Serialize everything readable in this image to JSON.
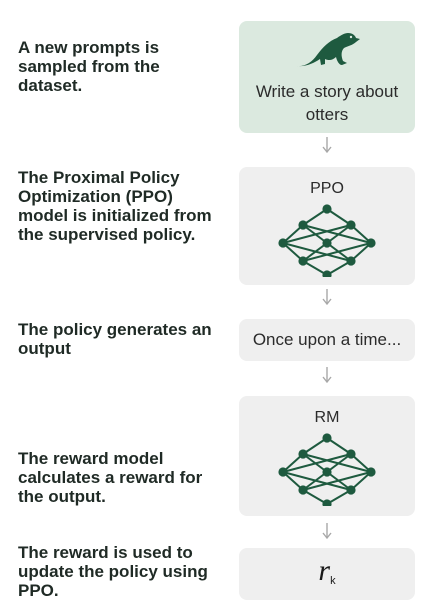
{
  "steps": [
    {
      "text": "A new prompts is sampled from the dataset."
    },
    {
      "text": "The Proximal Policy Optimization (PPO) model is initialized from the supervised policy."
    },
    {
      "text": "The policy generates an output"
    },
    {
      "text": "The reward model calculates a reward for the output."
    },
    {
      "text": "The reward is used to update the policy using PPO."
    }
  ],
  "boxes": {
    "prompt": {
      "text": "Write a story about otters",
      "icon": "otter-icon"
    },
    "ppo": {
      "label": "PPO",
      "icon": "neural-network-icon"
    },
    "output": {
      "text": "Once upon a time..."
    },
    "rm": {
      "label": "RM",
      "icon": "neural-network-icon"
    },
    "reward": {
      "symbol": "r",
      "subscript": "k"
    }
  },
  "colors": {
    "accent": "#1e5a3f",
    "green_box": "#dbe9df",
    "gray_box": "#efefef",
    "arrow": "#a8a8a8"
  }
}
